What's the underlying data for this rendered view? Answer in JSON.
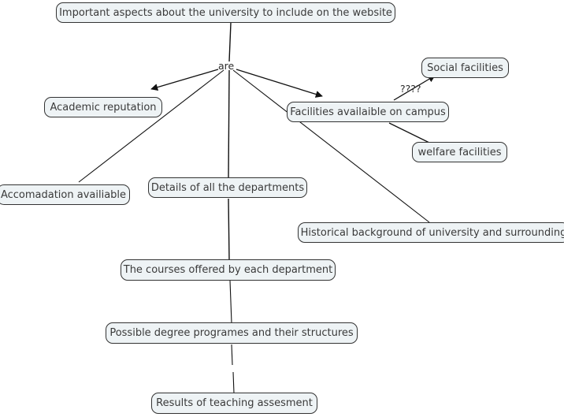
{
  "diagram": {
    "title": "Concept map: Important aspects about the university to include on the website",
    "background_color": "#ffffff",
    "node_fill_color": "#eef3f5",
    "node_border_color": "#333333",
    "edge_color": "#1a1a1a",
    "text_color": "#3a3a3a"
  },
  "nodes": [
    {
      "id": "root",
      "label": "Important aspects about the university to include on the website"
    },
    {
      "id": "academic",
      "label": "Academic reputation"
    },
    {
      "id": "facilities",
      "label": "Facilities availaible on campus"
    },
    {
      "id": "social",
      "label": "Social facilities"
    },
    {
      "id": "welfare",
      "label": "welfare facilities"
    },
    {
      "id": "accomodation",
      "label": "Accomadation availiable"
    },
    {
      "id": "departments",
      "label": "Details of all the departments"
    },
    {
      "id": "historical",
      "label": "Historical background of university and surrounding"
    },
    {
      "id": "courses",
      "label": "The courses offered by each department"
    },
    {
      "id": "degrees",
      "label": "Possible degree programes and their structures"
    },
    {
      "id": "results",
      "label": "Results of teaching assesment"
    }
  ],
  "edge_labels": [
    {
      "id": "are",
      "label": "are"
    },
    {
      "id": "unknown",
      "label": "????"
    }
  ],
  "edges": [
    {
      "from": "root",
      "to": "are-hub",
      "arrow": false
    },
    {
      "from": "are-hub",
      "to": "academic",
      "arrow": true
    },
    {
      "from": "are-hub",
      "to": "facilities",
      "arrow": true
    },
    {
      "from": "are-hub",
      "to": "accomodation",
      "arrow": false
    },
    {
      "from": "are-hub",
      "to": "departments",
      "arrow": false
    },
    {
      "from": "are-hub",
      "to": "historical",
      "arrow": false
    },
    {
      "from": "facilities",
      "to": "social",
      "arrow": true,
      "label": "????"
    },
    {
      "from": "facilities",
      "to": "welfare",
      "arrow": false
    },
    {
      "from": "departments",
      "to": "courses",
      "arrow": false
    },
    {
      "from": "courses",
      "to": "degrees",
      "arrow": false
    },
    {
      "from": "degrees",
      "to": "results",
      "arrow": false
    }
  ]
}
